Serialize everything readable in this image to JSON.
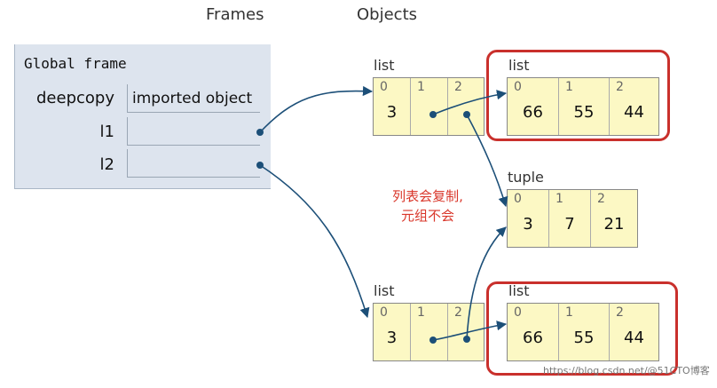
{
  "headers": {
    "frames": "Frames",
    "objects": "Objects"
  },
  "frame": {
    "title": "Global frame",
    "vars": [
      {
        "name": "deepcopy",
        "value": "imported object"
      },
      {
        "name": "l1",
        "value": ""
      },
      {
        "name": "l2",
        "value": ""
      }
    ]
  },
  "objects": {
    "list_a": {
      "label": "list",
      "cells": [
        {
          "index": "0",
          "value": "3"
        },
        {
          "index": "1",
          "value": ""
        },
        {
          "index": "2",
          "value": ""
        }
      ]
    },
    "list_b": {
      "label": "list",
      "cells": [
        {
          "index": "0",
          "value": "66"
        },
        {
          "index": "1",
          "value": "55"
        },
        {
          "index": "2",
          "value": "44"
        }
      ]
    },
    "tuple": {
      "label": "tuple",
      "cells": [
        {
          "index": "0",
          "value": "3"
        },
        {
          "index": "1",
          "value": "7"
        },
        {
          "index": "2",
          "value": "21"
        }
      ]
    },
    "list_c": {
      "label": "list",
      "cells": [
        {
          "index": "0",
          "value": "3"
        },
        {
          "index": "1",
          "value": ""
        },
        {
          "index": "2",
          "value": ""
        }
      ]
    },
    "list_d": {
      "label": "list",
      "cells": [
        {
          "index": "0",
          "value": "66"
        },
        {
          "index": "1",
          "value": "55"
        },
        {
          "index": "2",
          "value": "44"
        }
      ]
    }
  },
  "annotation": {
    "line1": "列表会复制,",
    "line2": "元组不会"
  },
  "watermark": "https://blog.csdn.net/@51CTO博客",
  "colors": {
    "arrow": "#1c4f78",
    "highlight": "#c9302c",
    "annotation": "#d9372b",
    "frame_bg": "#dde4ee",
    "cell_bg": "#fcf8c4"
  }
}
